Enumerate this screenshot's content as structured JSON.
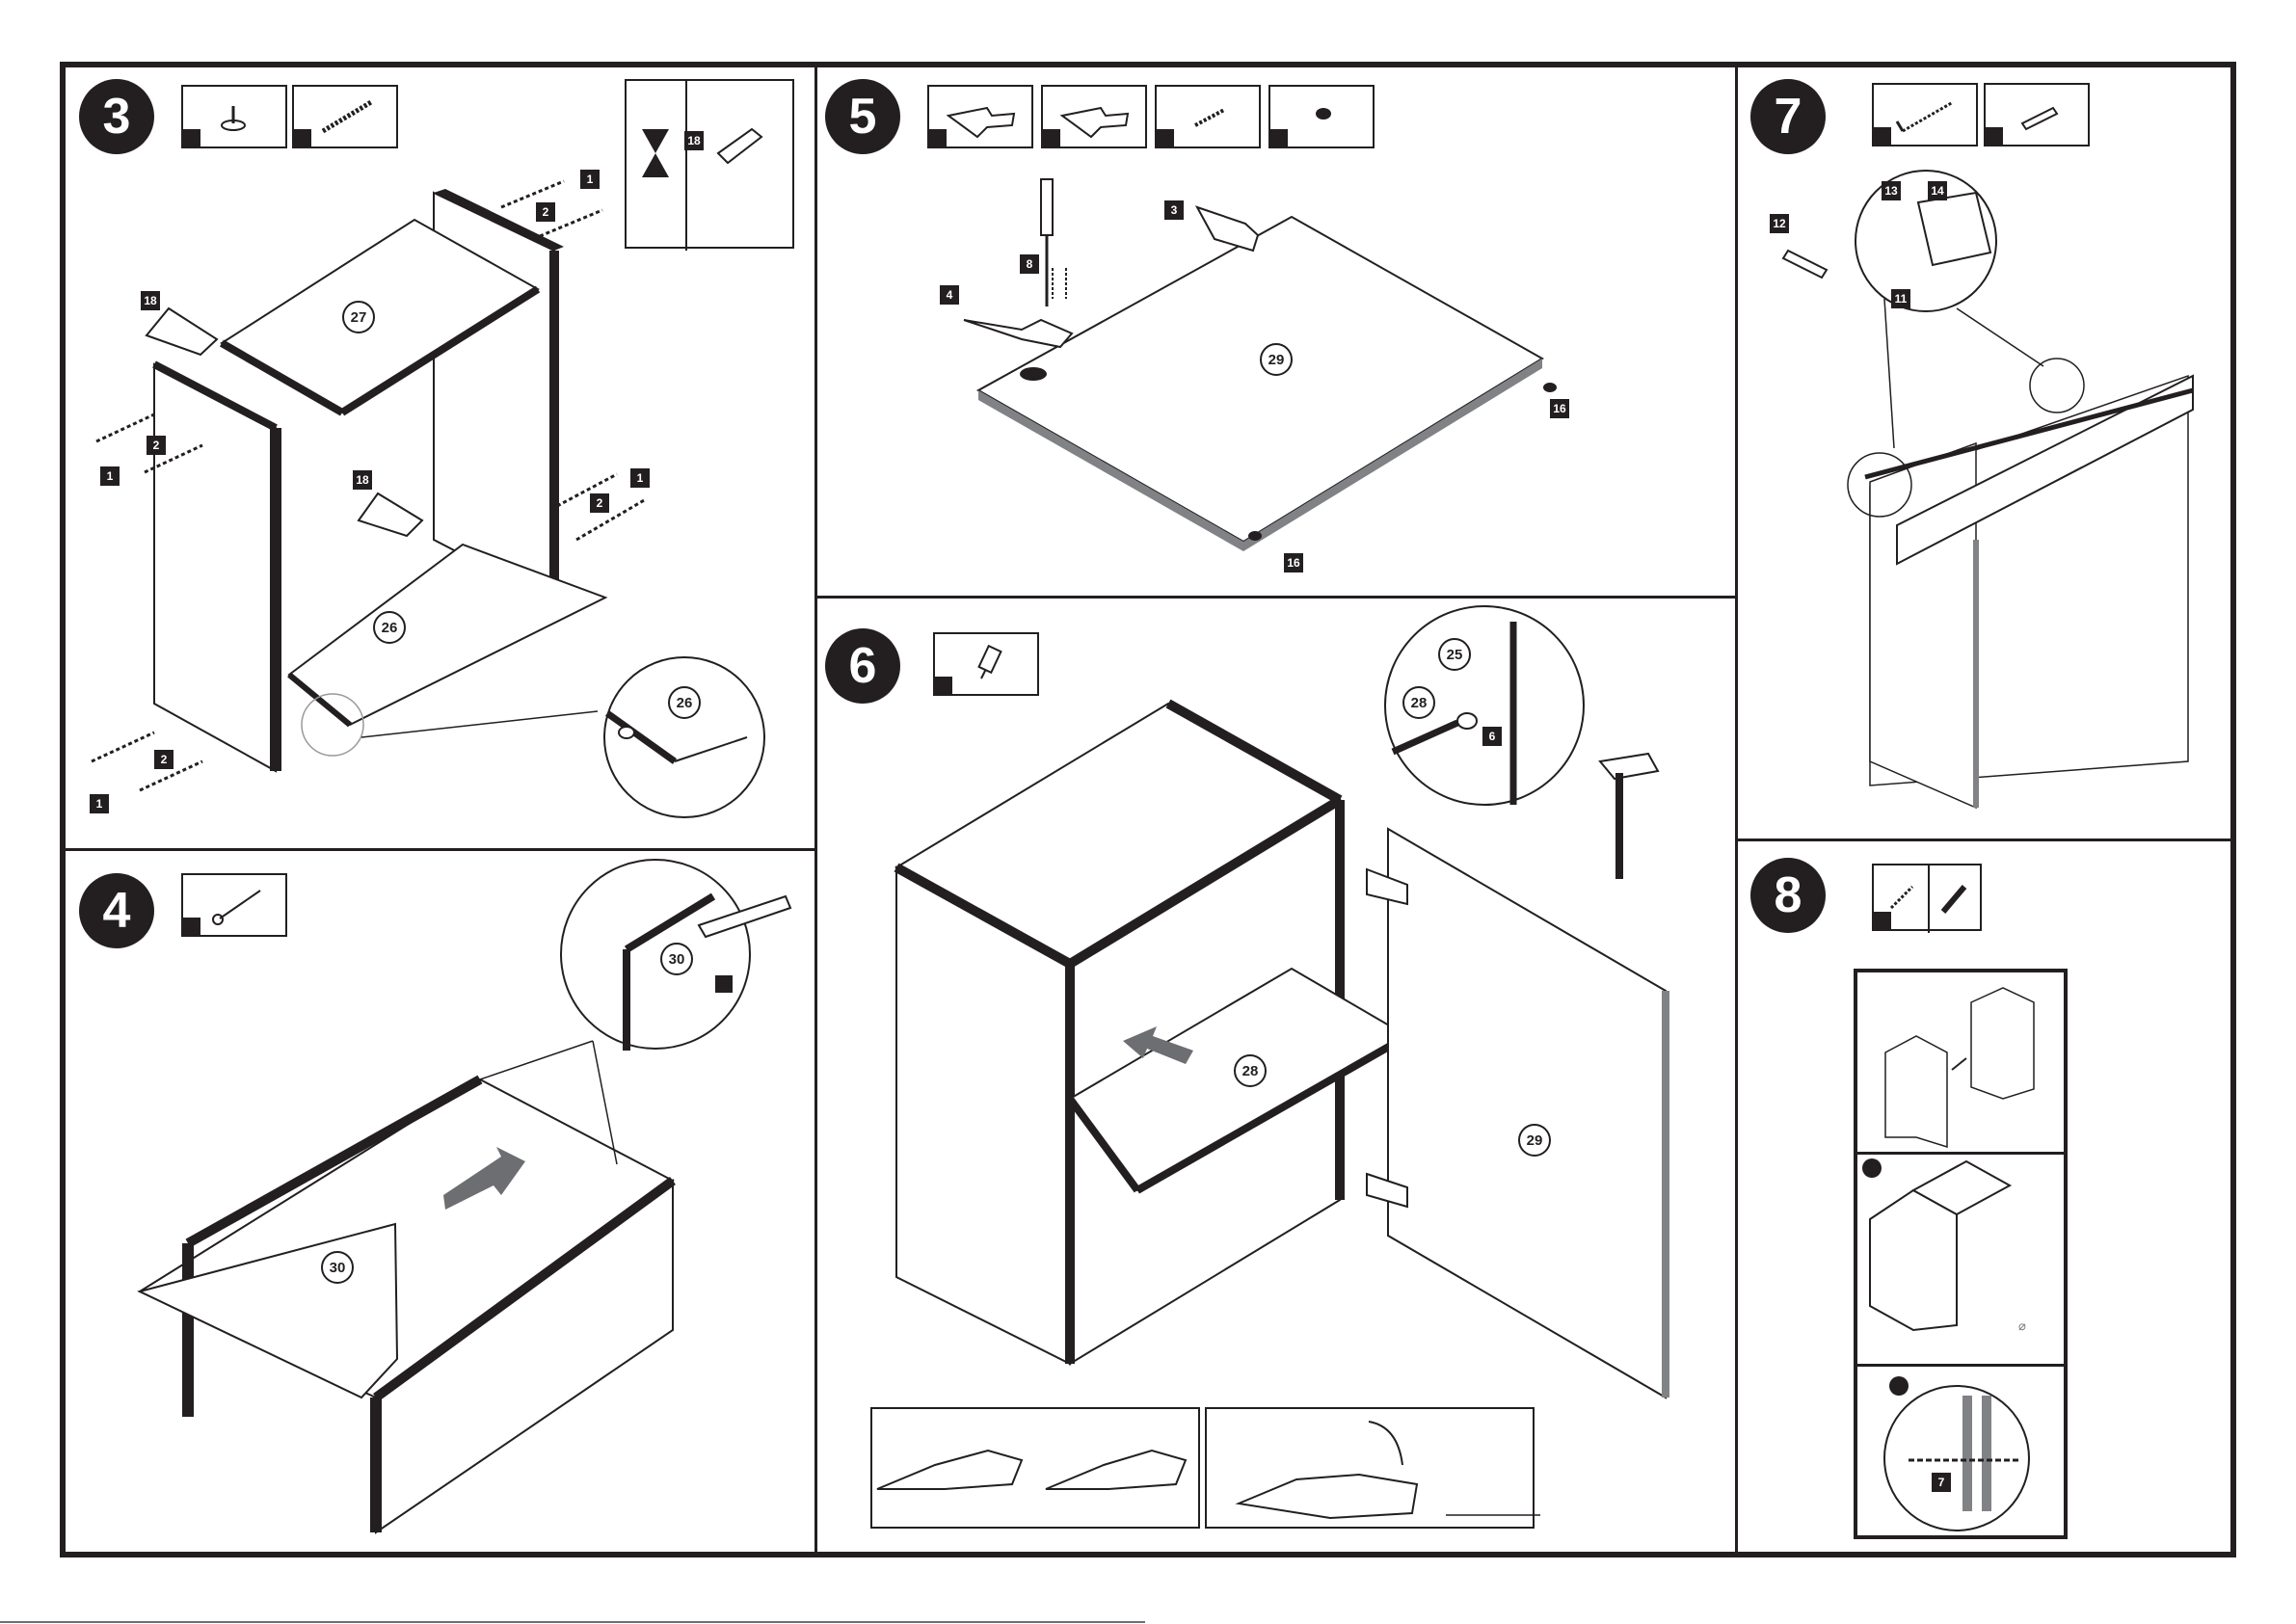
{
  "steps": [
    {
      "number": "3",
      "hardware": [
        {
          "icon": "leveling-foot-icon",
          "qty": ""
        },
        {
          "icon": "dowel-screw-icon",
          "qty": ""
        }
      ],
      "glue_label": "18",
      "parts": {
        "top": "27",
        "bottom": "26",
        "detail": "26"
      },
      "callouts": [
        "1",
        "2",
        "1",
        "2",
        "1",
        "2",
        "1",
        "2",
        "18",
        "18"
      ]
    },
    {
      "number": "4",
      "hardware": [
        {
          "icon": "nail-icon",
          "qty": ""
        }
      ],
      "parts": {
        "back": "30",
        "detail": "30"
      }
    },
    {
      "number": "5",
      "hardware": [
        {
          "icon": "hinge-icon",
          "qty": ""
        },
        {
          "icon": "hinge-icon",
          "qty": ""
        },
        {
          "icon": "screw-icon",
          "qty": ""
        },
        {
          "icon": "bumper-icon",
          "qty": ""
        }
      ],
      "parts": {
        "door": "29"
      },
      "callouts": [
        "3",
        "4",
        "8",
        "16",
        "16"
      ]
    },
    {
      "number": "6",
      "hardware": [
        {
          "icon": "shelf-pin-icon",
          "qty": ""
        }
      ],
      "parts": {
        "shelf": "28",
        "door": "29",
        "detail_a": "25",
        "detail_b": "28"
      },
      "callouts": [
        "6"
      ]
    },
    {
      "number": "7",
      "hardware": [
        {
          "icon": "hook-screw-icon",
          "qty": ""
        },
        {
          "icon": "wall-plug-icon",
          "qty": ""
        }
      ],
      "callouts": [
        "12",
        "13",
        "14",
        "11"
      ]
    },
    {
      "number": "8",
      "hardware": [
        {
          "icon": "connector-screw-icon",
          "qty": ""
        },
        {
          "icon": "connector-sleeve-icon",
          "qty": ""
        }
      ],
      "callouts": [
        "7"
      ],
      "drill_symbol": "⌀"
    }
  ],
  "colors": {
    "ink": "#231f20",
    "panel": "#ffffff",
    "arrow": "#6d6e71"
  }
}
